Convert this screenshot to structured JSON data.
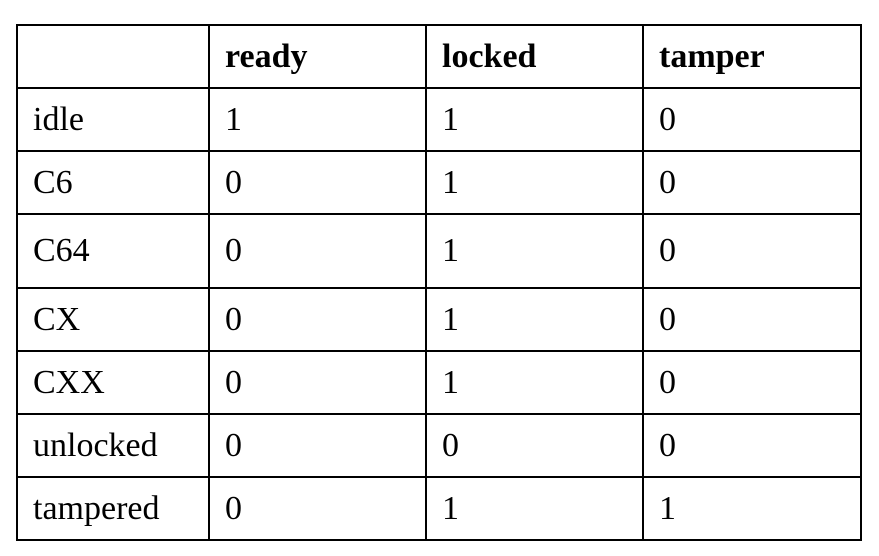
{
  "table": {
    "headers": [
      "",
      "ready",
      "locked",
      "tamper"
    ],
    "rows": [
      [
        "idle",
        "1",
        "1",
        "0"
      ],
      [
        "C6",
        "0",
        "1",
        "0"
      ],
      [
        "C64",
        "0",
        "1",
        "0"
      ],
      [
        "CX",
        "0",
        "1",
        "0"
      ],
      [
        "CXX",
        "0",
        "1",
        "0"
      ],
      [
        "unlocked",
        "0",
        "0",
        "0"
      ],
      [
        "tampered",
        "0",
        "1",
        "1"
      ]
    ]
  }
}
